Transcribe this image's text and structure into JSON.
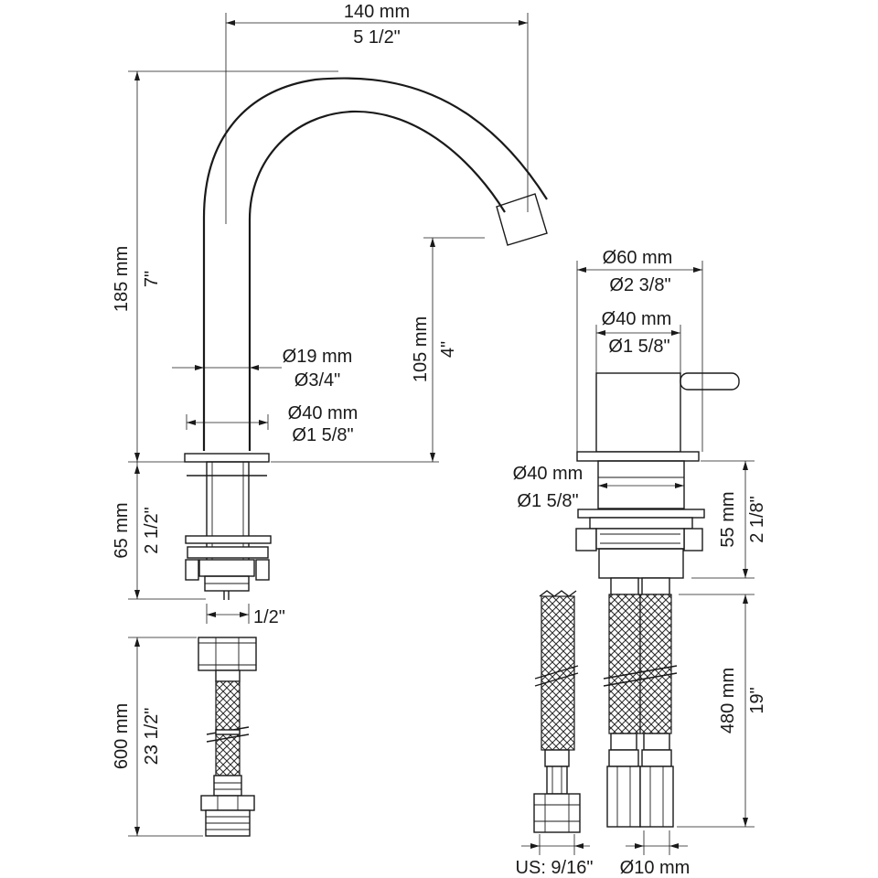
{
  "spout": {
    "width": {
      "metric": "140 mm",
      "imperial": "5 1/2\""
    },
    "height": {
      "metric": "185 mm",
      "imperial": "7\""
    },
    "reach_height": {
      "metric": "105 mm",
      "imperial": "4\""
    },
    "tube_diameter": {
      "metric": "Ø19 mm",
      "imperial": "Ø3/4\""
    },
    "base_diameter": {
      "metric": "Ø40 mm",
      "imperial": "Ø1 5/8\""
    },
    "shank_length": {
      "metric": "65 mm",
      "imperial": "2 1/2\""
    },
    "thread": "1/2\"",
    "hose_length": {
      "metric": "600 mm",
      "imperial": "23 1/2\""
    }
  },
  "mixer": {
    "escutcheon_diameter": {
      "metric": "Ø60 mm",
      "imperial": "Ø2 3/8\""
    },
    "body_diameter": {
      "metric": "Ø40 mm",
      "imperial": "Ø1 5/8\""
    },
    "shank_diameter": {
      "metric": "Ø40 mm",
      "imperial": "Ø1 5/8\""
    },
    "shank_length": {
      "metric": "55 mm",
      "imperial": "2 1/8\""
    },
    "hose_length": {
      "metric": "480 mm",
      "imperial": "19\""
    },
    "hose_connector": "US: 9/16\"",
    "hose_diameter": "Ø10 mm"
  },
  "colors": {
    "line": "#1a1a1a",
    "background": "#ffffff"
  }
}
